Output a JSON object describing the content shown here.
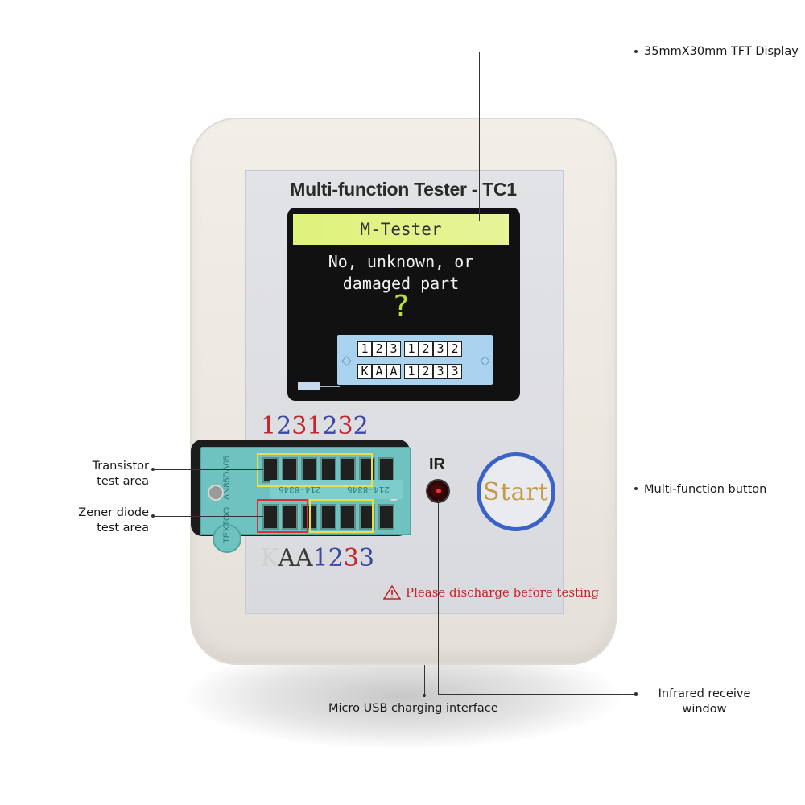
{
  "device": {
    "title": "Multi-function Tester - TC1",
    "screen": {
      "header": "M-Tester",
      "line1": "No, unknown, or",
      "line2": "damaged part",
      "symbol": "?",
      "pin_row_1": [
        [
          "1",
          "2",
          "3"
        ],
        [
          "1",
          "2",
          "3",
          "2"
        ]
      ],
      "pin_row_2": [
        [
          "K",
          "A",
          "A"
        ],
        [
          "1",
          "2",
          "3",
          "3"
        ]
      ]
    },
    "socket_digits_top": [
      "1",
      "2",
      "3",
      "1",
      "2",
      "3",
      "2"
    ],
    "socket_digits_bottom": [
      "K",
      "A",
      "A",
      "1",
      "2",
      "3",
      "3"
    ],
    "socket_strip_text_1": "214-8345",
    "socket_strip_text_2": "214-8345",
    "socket_vertical_text": "TEXTOOL ΔΝ85DΔ05",
    "ir_label": "IR",
    "start_label": "Start",
    "warning_text": "Please discharge before testing"
  },
  "colors": {
    "digit_red": "#c0262b",
    "digit_blue": "#3c47a3",
    "digit_grey": "#d0d0d0",
    "digit_dark": "#3a3a3a",
    "start_ring": "#3a62c9",
    "socket": "#6ec3c0"
  },
  "callouts": {
    "display": "35mmX30mm TFT Display",
    "button": "Multi-function button",
    "transistor": "Transistor\ntest area",
    "zener": "Zener diode\ntest area",
    "usb": "Micro USB charging interface",
    "infrared": "Infrared receive\nwindow"
  }
}
